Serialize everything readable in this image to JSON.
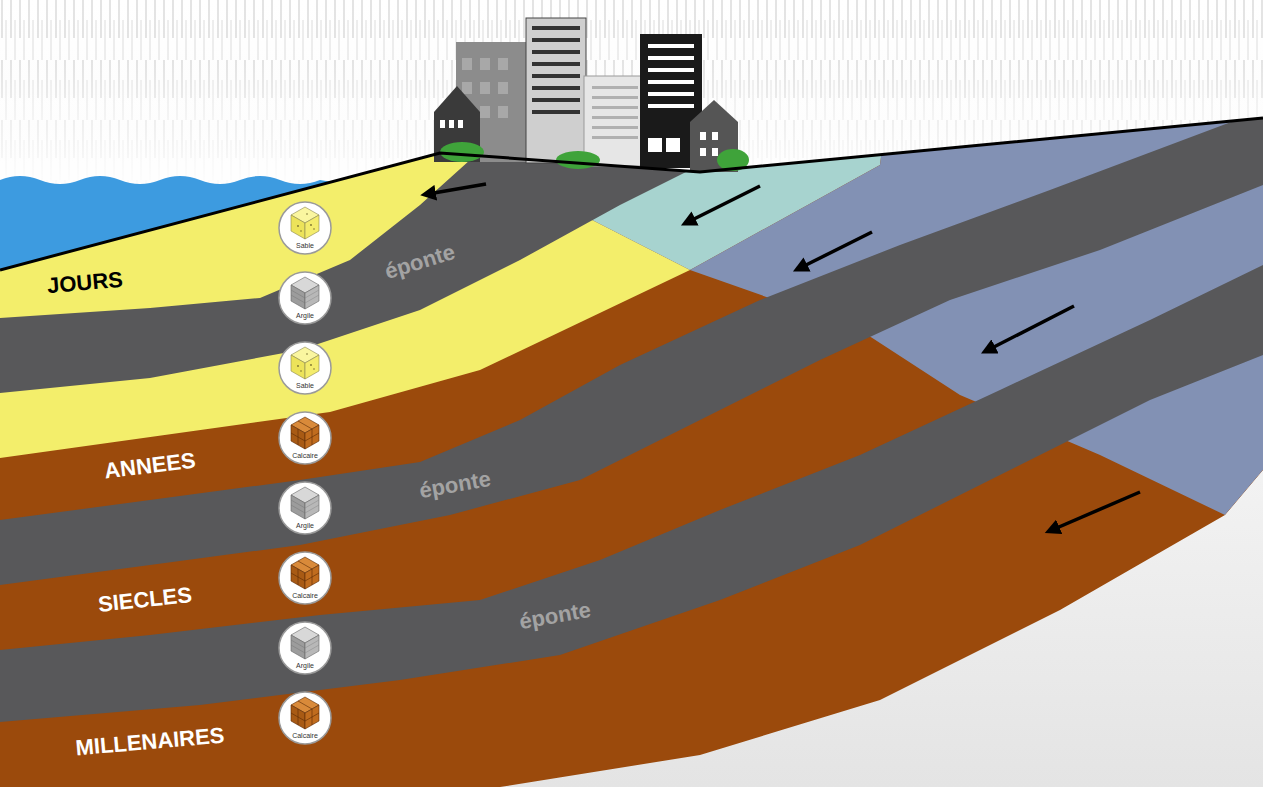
{
  "diagram": {
    "labels": [
      "JOURS",
      "éponte",
      "ANNEES",
      "éponte",
      "SIECLES",
      "éponte",
      "MILLENAIRES",
      "Sable",
      "Argile",
      "Sable",
      "Calcaire",
      "Argile",
      "Calcaire",
      "Argile",
      "Calcaire"
    ]
  }
}
